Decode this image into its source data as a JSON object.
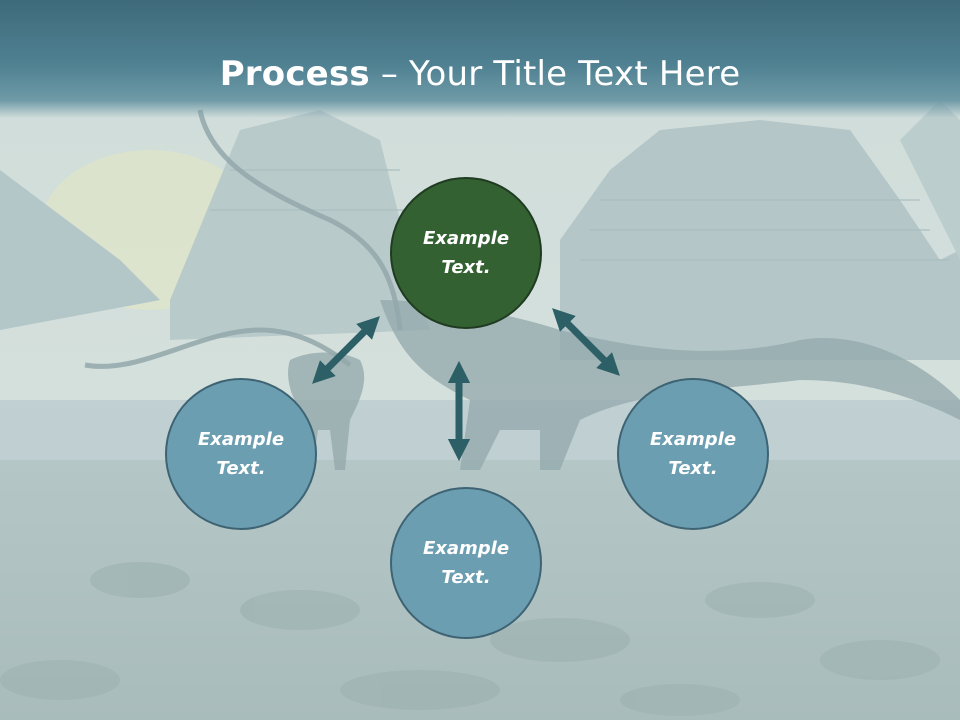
{
  "title": {
    "bold": "Process",
    "rest": " – Your Title Text Here"
  },
  "nodes": [
    {
      "id": "top",
      "text": "Example Text.",
      "color": "#336132"
    },
    {
      "id": "left",
      "text": "Example Text.",
      "color": "#6c9eb1"
    },
    {
      "id": "right",
      "text": "Example Text.",
      "color": "#6c9eb1"
    },
    {
      "id": "bottom",
      "text": "Example Text.",
      "color": "#6c9eb1"
    }
  ],
  "colors": {
    "arrow": "#2d5f66",
    "header": "#3e6a7b",
    "node_border": "#3e6474"
  }
}
